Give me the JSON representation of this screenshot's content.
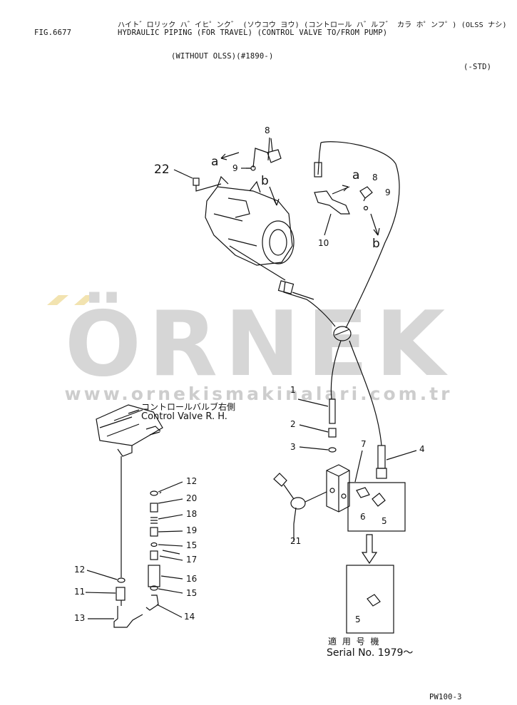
{
  "header": {
    "katakana_title": "ハイト゛ロリック ハ゛イヒ゜ンク゛ (ソウコウ ヨウ) (コントロール ハ゛ルフ゛ カラ ホ゜ンフ゜) (OLSS ナシ)",
    "fig_number": "FIG.6677",
    "english_title": "HYDRAULIC PIPING (FOR TRAVEL) (CONTROL VALVE TO/FROM PUMP)",
    "subtitle": "(WITHOUT OLSS)(#1890-)",
    "variant": "(-STD)"
  },
  "watermark": {
    "logo_text": "ÖRNEK",
    "url_text": "www.ornekismakinalari.com.tr",
    "logo_color": "#d0d0d0",
    "accent_color": "#f2e3b0"
  },
  "callouts": {
    "c8_top": "8",
    "c9_top": "9",
    "ca_left": "a",
    "cb_left": "b",
    "c22": "22",
    "ca_right": "a",
    "c8_right": "8",
    "c9_right": "9",
    "cb_right": "b",
    "c10": "10",
    "c1": "1",
    "c2": "2",
    "c3": "3",
    "c7": "7",
    "c4": "4",
    "c6": "6",
    "c5": "5",
    "c21": "21",
    "c12a": "12",
    "c20": "20",
    "c18": "18",
    "c19": "19",
    "c15a": "15",
    "c17": "17",
    "c16": "16",
    "c12b": "12",
    "c11": "11",
    "c15b": "15",
    "c13": "13",
    "c14": "14",
    "c5_box": "5"
  },
  "labels": {
    "control_valve_jp": "コントロールバルブ右側",
    "control_valve_en": "Control Valve R. H.",
    "serial_jp": "適 用 号 機",
    "serial_en": "Serial No. 1979～"
  },
  "footer": {
    "page_code": "PW100-3"
  }
}
